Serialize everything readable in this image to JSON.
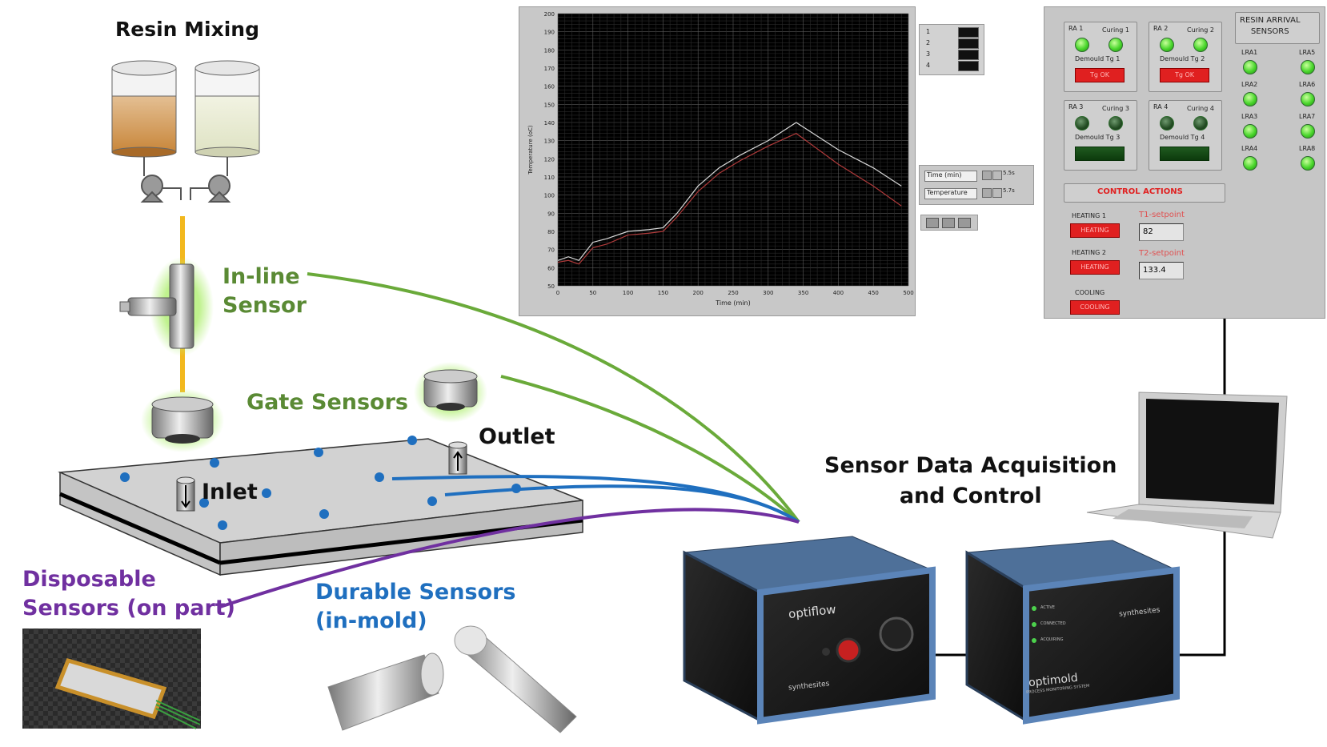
{
  "labels": {
    "resin_mixing": "Resin Mixing",
    "inline_sensor": "In-line\nSensor",
    "gate_sensors": "Gate Sensors",
    "outlet": "Outlet",
    "inlet": "Inlet",
    "disposable_sensors": "Disposable\nSensors (on part)",
    "durable_sensors": "Durable Sensors\n(in-mold)",
    "daq": "Sensor Data Acquisition\nand Control"
  },
  "chart_data": {
    "type": "line",
    "xlabel": "Time (min)",
    "ylabel": "Temperature (oC)",
    "xlim": [
      0,
      500
    ],
    "ylim": [
      50,
      200
    ],
    "x_ticks": [
      "0",
      "50",
      "100",
      "150",
      "200",
      "250",
      "300",
      "350",
      "400",
      "450",
      "500"
    ],
    "y_ticks": [
      "50",
      "60",
      "70",
      "80",
      "90",
      "100",
      "110",
      "120",
      "130",
      "140",
      "150",
      "160",
      "170",
      "180",
      "190",
      "200"
    ],
    "grid": true,
    "series": [
      {
        "name": "1",
        "color": "#d8d8d8",
        "x": [
          0,
          15,
          30,
          50,
          70,
          100,
          130,
          150,
          170,
          200,
          230,
          260,
          300,
          340,
          400,
          450,
          490
        ],
        "y": [
          64,
          66,
          64,
          74,
          76,
          80,
          81,
          82,
          90,
          105,
          115,
          122,
          130,
          140,
          125,
          115,
          105
        ]
      },
      {
        "name": "2",
        "color": "#b03a3a",
        "x": [
          0,
          15,
          30,
          50,
          70,
          100,
          130,
          150,
          170,
          200,
          230,
          260,
          300,
          340,
          400,
          450,
          490
        ],
        "y": [
          63,
          64,
          62,
          71,
          73,
          78,
          79,
          80,
          88,
          102,
          112,
          119,
          127,
          134,
          117,
          105,
          94
        ]
      }
    ],
    "legend_position": "right",
    "legend_entries": [
      "1",
      "2",
      "3",
      "4"
    ]
  },
  "chart_controls": {
    "time_label": "Time (min)",
    "temp_label": "Temperature",
    "fmt_x": "5.5s",
    "fmt_y": "5.7s"
  },
  "control_panel": {
    "resin_arrival_title": "RESIN ARRIVAL\nSENSORS",
    "groups": [
      {
        "ra": "RA 1",
        "curing": "Curing 1",
        "demould": "Demould Tg 1",
        "btn": "Tg OK",
        "leds": [
          "on",
          "on"
        ],
        "btn_on": true
      },
      {
        "ra": "RA 2",
        "curing": "Curing 2",
        "demould": "Demould Tg 2",
        "btn": "Tg OK",
        "leds": [
          "on",
          "on"
        ],
        "btn_on": true
      },
      {
        "ra": "RA 3",
        "curing": "Curing 3",
        "demould": "Demould Tg 3",
        "btn": "",
        "leds": [
          "off",
          "off"
        ],
        "btn_on": false
      },
      {
        "ra": "RA 4",
        "curing": "Curing 4",
        "demould": "Demould Tg 4",
        "btn": "",
        "leds": [
          "off",
          "off"
        ],
        "btn_on": false
      }
    ],
    "lra_left": [
      "LRA1",
      "LRA2",
      "LRA3",
      "LRA4"
    ],
    "lra_right": [
      "LRA5",
      "LRA6",
      "LRA7",
      "LRA8"
    ],
    "control_actions": "CONTROL ACTIONS",
    "heating1": "HEATING 1",
    "heating2": "HEATING 2",
    "cooling": "COOLING",
    "heating_btn": "HEATING",
    "cooling_btn": "COOLING",
    "t1_label": "T1-setpoint",
    "t1_value": "82",
    "t2_label": "T2-setpoint",
    "t2_value": "133.4"
  },
  "devices": {
    "optiflow": "optiflow",
    "synthesites": "synthesites",
    "optimold": "optimold",
    "optimold_sub": "PROCESS MONITORING SYSTEM",
    "status_active": "ACTIVE",
    "status_connected": "CONNECTED",
    "status_acquiring": "ACQUIRING"
  }
}
